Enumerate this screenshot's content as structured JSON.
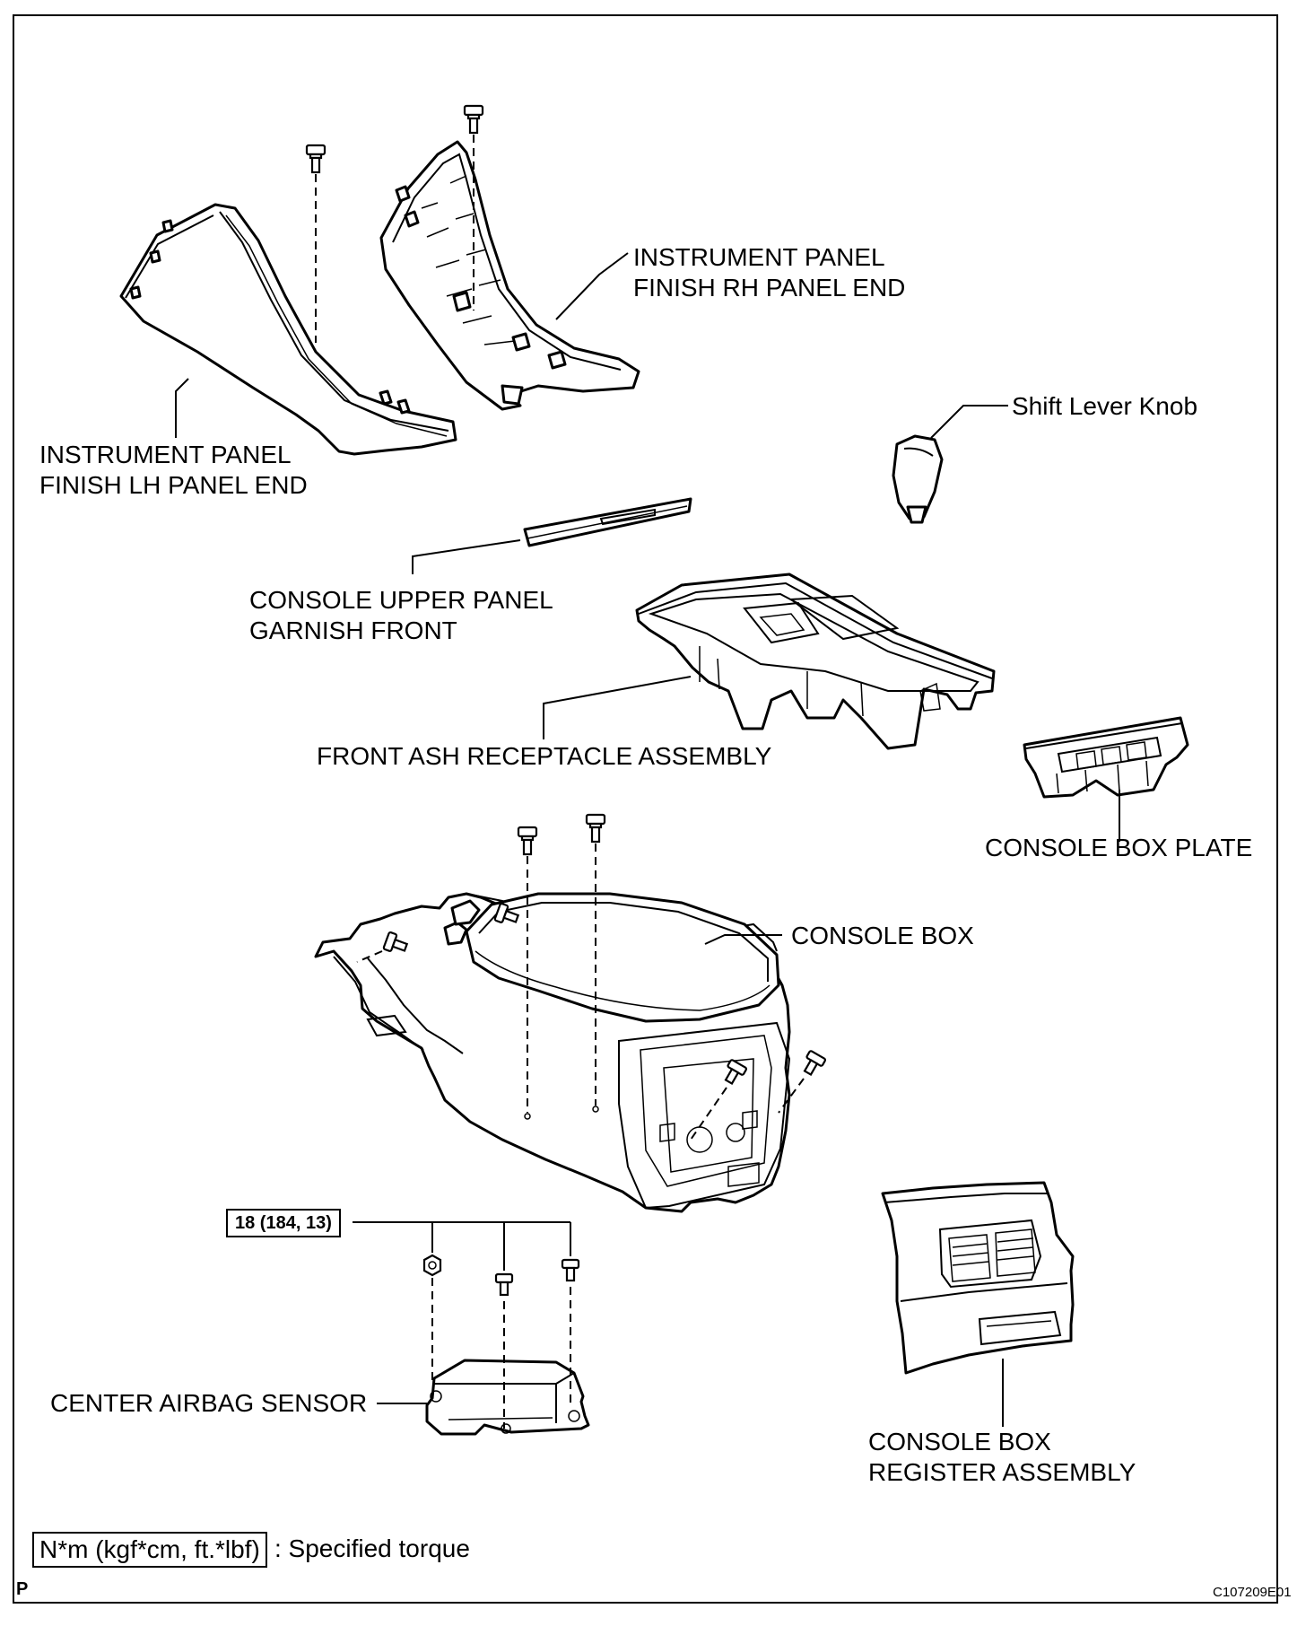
{
  "labels": {
    "rh_panel_end": [
      "INSTRUMENT PANEL",
      "FINISH RH PANEL END"
    ],
    "lh_panel_end": [
      "INSTRUMENT PANEL",
      "FINISH LH PANEL END"
    ],
    "shift_knob": "Shift Lever Knob",
    "garnish_front": [
      "CONSOLE UPPER PANEL",
      "GARNISH FRONT"
    ],
    "front_ash": "FRONT ASH RECEPTACLE ASSEMBLY",
    "box_plate": "CONSOLE BOX PLATE",
    "console_box": "CONSOLE BOX",
    "airbag_sensor": "CENTER AIRBAG SENSOR",
    "register_assembly": [
      "CONSOLE BOX",
      "REGISTER ASSEMBLY"
    ]
  },
  "torque": {
    "value": "18 (184, 13)"
  },
  "legend": {
    "unit": "N*m (kgf*cm, ft.*lbf)",
    "text": ": Specified torque"
  },
  "footer": {
    "corner": "P",
    "code": "C107209E01"
  }
}
